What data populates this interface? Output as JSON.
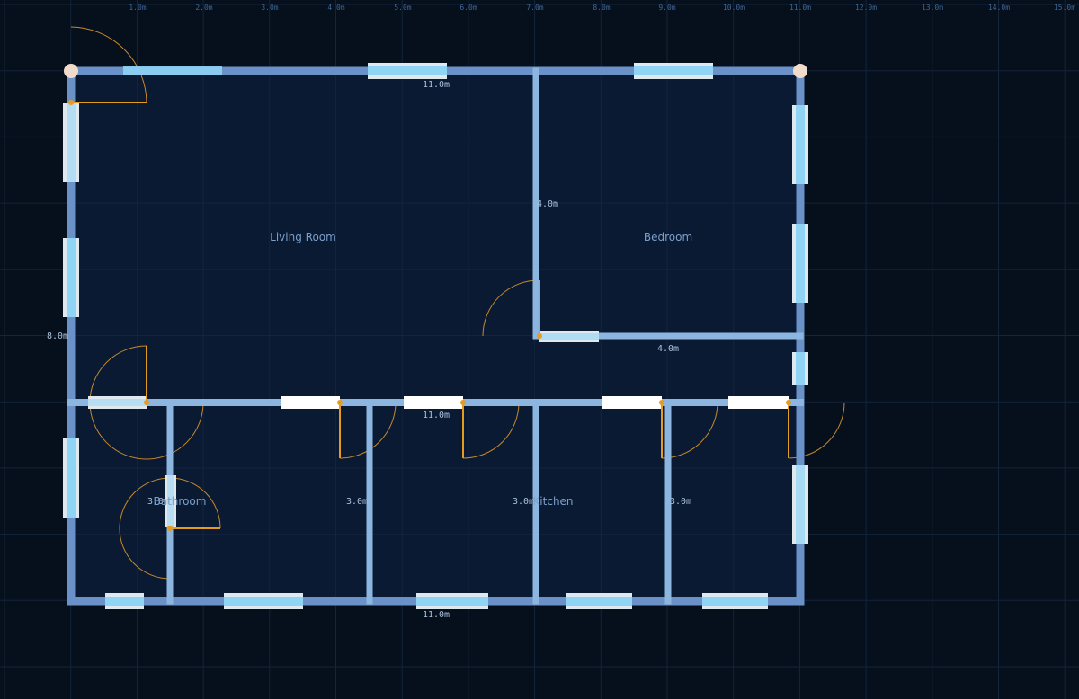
{
  "colors": {
    "background": "#060f1c",
    "floor": "#0b1a33",
    "grid": "#13243b",
    "wall": "#6a92c8",
    "wall_inner": "#8cb6e0",
    "window_frame": "#dfe7ef",
    "window_glass": "#8fd4f5",
    "door_leaf": "#e59a20",
    "door_swing": "#c7892a",
    "opening": "#ffffff",
    "node": "#f1dccb"
  },
  "ruler": {
    "ticks": [
      "1.0m",
      "2.0m",
      "3.0m",
      "4.0m",
      "5.0m",
      "6.0m",
      "7.0m",
      "8.0m",
      "9.0m",
      "10.0m",
      "11.0m",
      "12.0m",
      "13.0m",
      "14.0m",
      "15.0m"
    ]
  },
  "dimensions": {
    "top": "11.0m",
    "middle": "11.0m",
    "bottom": "11.0m",
    "left": "8.0m",
    "bedroom_wall_vertical": "4.0m",
    "bedroom_wall_horizontal": "4.0m",
    "partition_1": "3.0m",
    "partition_2": "3.0m",
    "partition_3": "3.0m",
    "partition_4": "3.0m"
  },
  "rooms": {
    "living_room": "Living Room",
    "bedroom": "Bedroom",
    "bathroom": "Bathroom",
    "kitchen": "Kitchen"
  }
}
